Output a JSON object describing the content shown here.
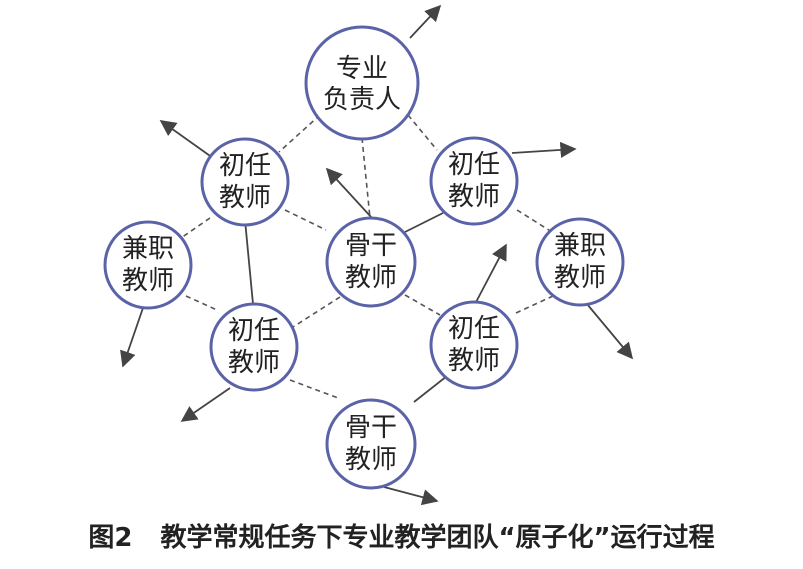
{
  "figure": {
    "caption_number": "图2",
    "caption_text": "教学常规任务下专业教学团队“原子化”运行过程"
  },
  "nodes": {
    "head": {
      "line1": "专业",
      "line2": "负责人"
    },
    "novice_top_left": {
      "line1": "初任",
      "line2": "教师"
    },
    "novice_top_right": {
      "line1": "初任",
      "line2": "教师"
    },
    "parttime_left": {
      "line1": "兼职",
      "line2": "教师"
    },
    "backbone_center": {
      "line1": "骨干",
      "line2": "教师"
    },
    "parttime_right": {
      "line1": "兼职",
      "line2": "教师"
    },
    "novice_bottom_left": {
      "line1": "初任",
      "line2": "教师"
    },
    "novice_bottom_right": {
      "line1": "初任",
      "line2": "教师"
    },
    "backbone_bottom": {
      "line1": "骨干",
      "line2": "教师"
    }
  },
  "colors": {
    "node_stroke": "#5b63a8",
    "line": "#444444",
    "text": "#222222"
  }
}
